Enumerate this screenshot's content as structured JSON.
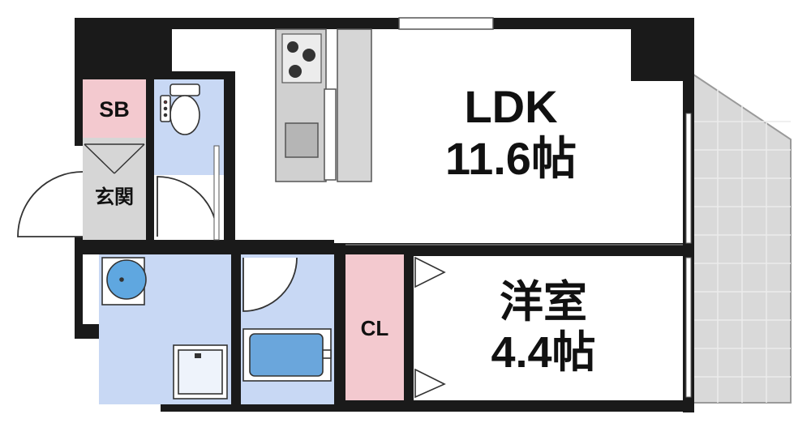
{
  "rooms": {
    "ldk": {
      "name": "LDK",
      "size": "11.6帖"
    },
    "western": {
      "name": "洋室",
      "size": "4.4帖"
    },
    "storage_bay": {
      "name": "SB"
    },
    "entrance": {
      "name": "玄関"
    },
    "closet": {
      "name": "CL"
    }
  },
  "colors": {
    "wall": "#1a1a1a",
    "wet_area": "#c8d8f4",
    "storage": "#f3c9cf",
    "entrance_floor": "#d6d6d6",
    "balcony": "#d9d9d9",
    "kitchen": "#d0d0d0",
    "bathtub": "#6aa6dc"
  },
  "icons": [
    "stove-icon",
    "sink-icon",
    "toilet-icon",
    "washbasin-icon",
    "washing-machine-pan-icon",
    "bathtub-icon",
    "door-swing-icon"
  ]
}
